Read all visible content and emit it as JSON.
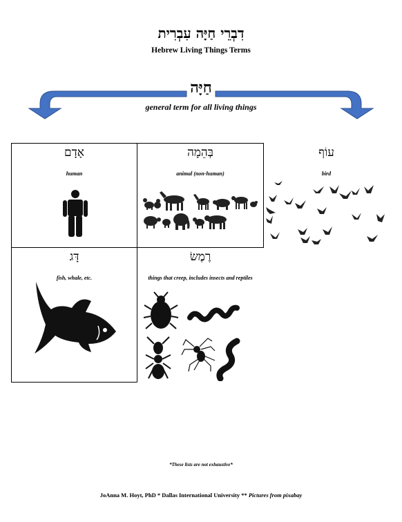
{
  "header": {
    "title_hebrew": "דִבְרֵי חַיָּה עִבְרִית",
    "title_english": "Hebrew Living Things Terms"
  },
  "top": {
    "term_hebrew": "חַיָּה",
    "term_english": "general term for all living things"
  },
  "grid": {
    "cells": [
      {
        "hebrew": "אָדָם",
        "english": "human",
        "icon": "human-figure-icon"
      },
      {
        "hebrew": "בְּהֵמָה",
        "english": "animal (non-human)",
        "icon": "animals-silhouettes-icon"
      },
      {
        "hebrew": "עוֹף",
        "english": "bird",
        "icon": "birds-flock-icon"
      },
      {
        "hebrew": "דָּג",
        "english": "fish, whale, etc.",
        "icon": "fish-icon"
      },
      {
        "hebrew": "רֶמֶשׂ",
        "english": "things that creep, includes insects and reptiles",
        "icon": "creeping-things-icon"
      }
    ]
  },
  "footer": {
    "note": "*These lists are not exhaustive*",
    "credit": "JoAnna M. Hoyt, PhD * Dallas International University ** ",
    "pictures_credit": "Pictures from pixabay"
  },
  "colors": {
    "arrow": "#4472C4",
    "arrow_outline": "#2F528F",
    "text": "#000000",
    "border": "#000000"
  }
}
